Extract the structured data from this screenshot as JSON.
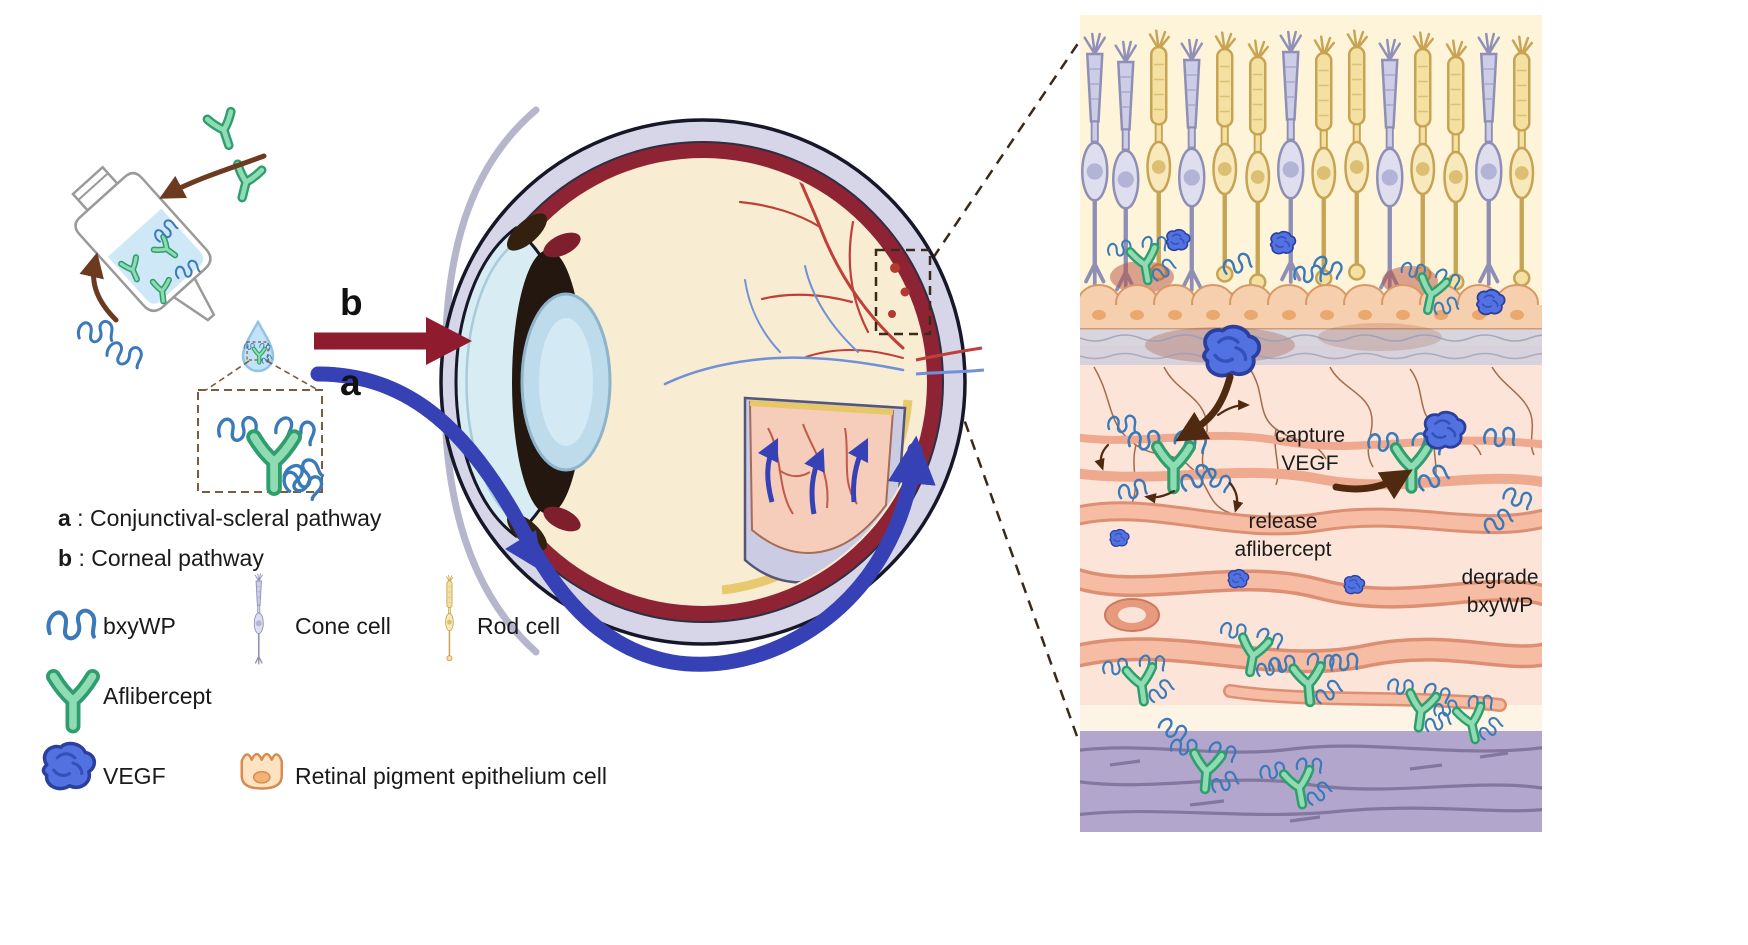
{
  "flow_arrows": {
    "b_label": "b",
    "a_label": "a"
  },
  "pathway_key": {
    "a": {
      "label": "a",
      "text": " : Conjunctival-scleral pathway"
    },
    "b": {
      "label": "b",
      "text": " : Corneal pathway"
    }
  },
  "legend": {
    "items": [
      {
        "icon": "bxywp-spiral-icon",
        "label": "bxyWP"
      },
      {
        "icon": "cone-cell-icon",
        "label": "Cone cell"
      },
      {
        "icon": "rod-cell-icon",
        "label": "Rod cell"
      },
      {
        "icon": "aflibercept-antibody-icon",
        "label": "Aflibercept"
      },
      {
        "icon": "vegf-blob-icon",
        "label": "VEGF"
      },
      {
        "icon": "rpe-cell-icon",
        "label": "Retinal pigment epithelium cell"
      }
    ]
  },
  "retina_panel": {
    "annotations": {
      "capture": "capture\nVEGF",
      "release": "release\naflibercept",
      "degrade": "degrade\nbxyWP"
    }
  },
  "colors": {
    "aflibercept_green": "#6fcf9b",
    "bxywp_blue": "#3b7ab8",
    "vegf_blue": "#5272e2",
    "pathway_a_blue": "#3641b5",
    "pathway_b_red": "#8e1b2e",
    "arrow_brown": "#5a2d0c",
    "sclera_lavender": "#d6d6e8",
    "choroid_maroon": "#8e2433",
    "vitreous_cream": "#f8ecd2",
    "choroid_salmon": "#fce4d8"
  }
}
